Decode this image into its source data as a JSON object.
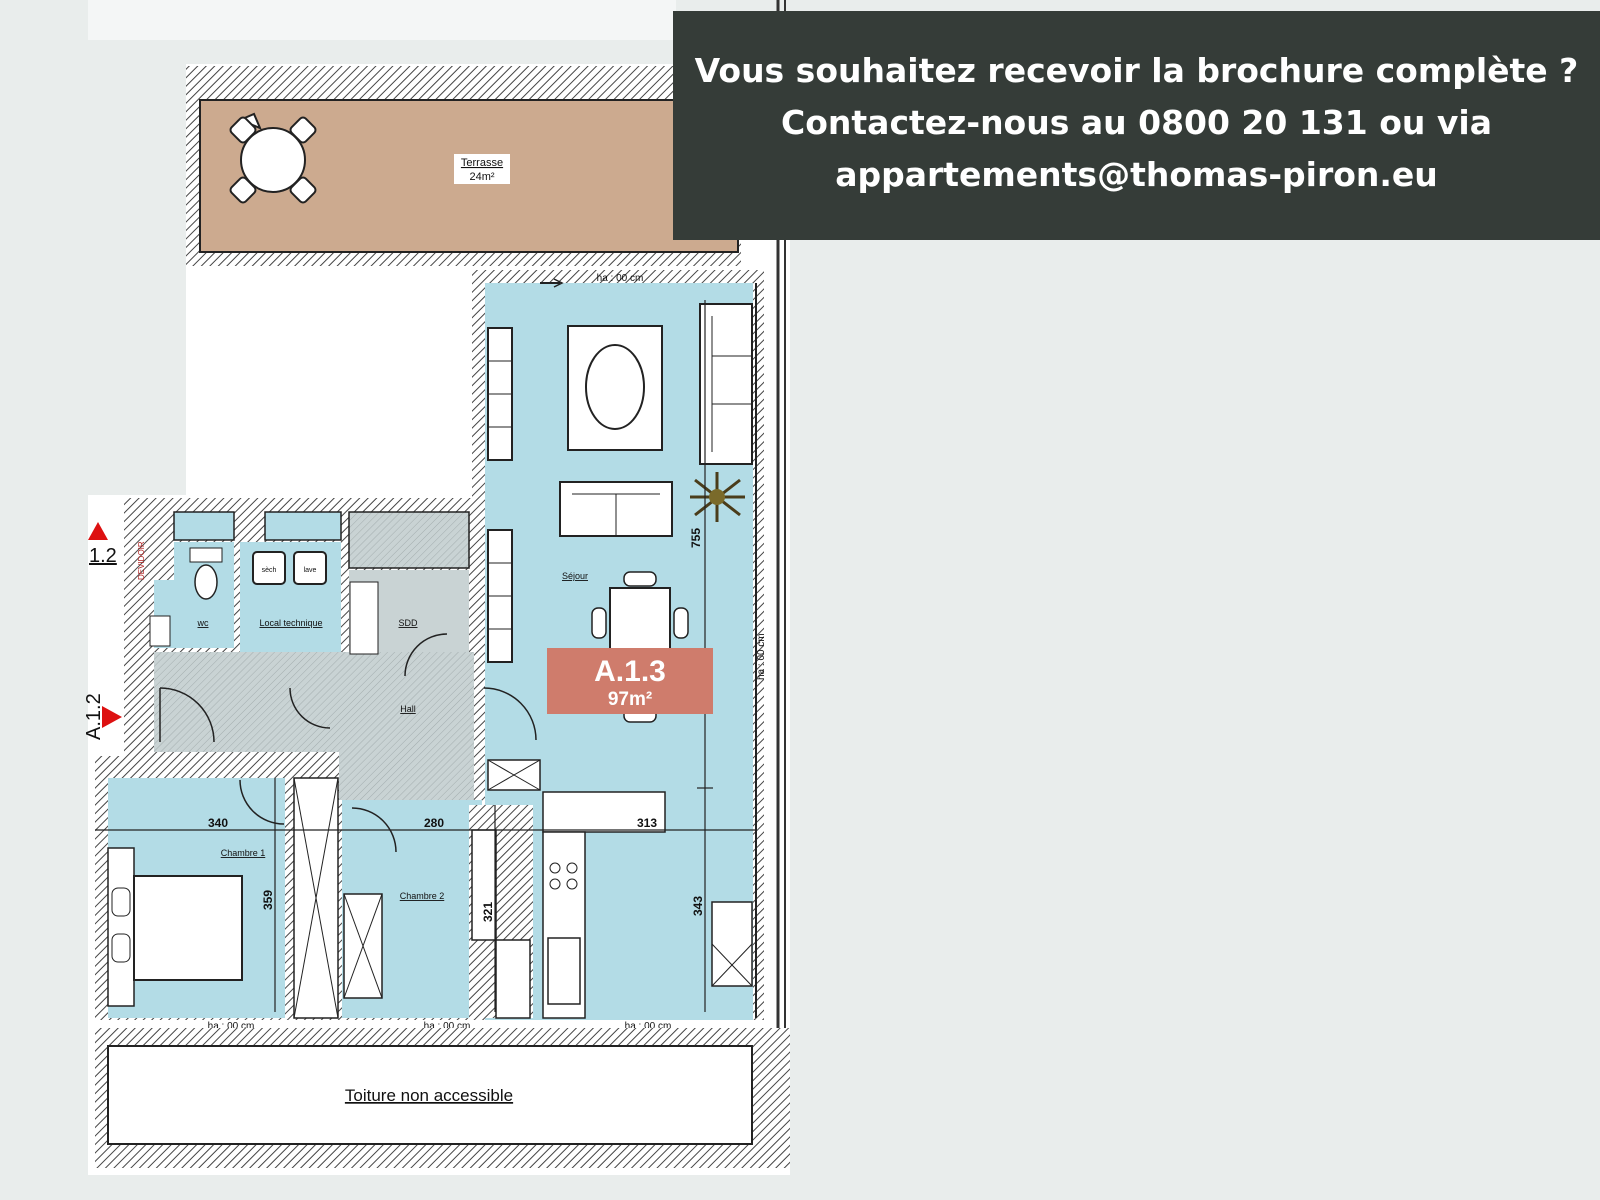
{
  "banner": {
    "line1": "Vous souhaitez recevoir la brochure complète ?",
    "line2": "Contactez-nous au 0800 20 131 ou via",
    "line3": "appartements@thomas-piron.eu"
  },
  "unit": {
    "code": "A.1.3",
    "area": "97m²"
  },
  "rooms": {
    "terrace": "Terrasse",
    "terrace_area": "24m²",
    "sejour": "Séjour",
    "wc": "wc",
    "local_technique": "Local technique",
    "sdd": "SDD",
    "hall": "Hall",
    "chambre1": "Chambre 1",
    "chambre2": "Chambre 2",
    "devidoir": "DEVIDOIR",
    "appliance1": "sèch",
    "appliance2": "lave",
    "roof": "Toiture non accessible"
  },
  "dimensions": {
    "d755": "755",
    "d340": "340",
    "d280": "280",
    "d313": "313",
    "d359": "359",
    "d321": "321",
    "d343": "343"
  },
  "window_notes": {
    "top": "ha : 00 cm",
    "right": "ha : 00 cm",
    "bottom1": "ha : 00 cm",
    "bottom2": "ha : 00 cm",
    "bottom3": "ha : 00 cm"
  },
  "neighbors": {
    "left_top": "1.2",
    "left_mid": "A.1.2"
  },
  "colors": {
    "terrace": "#ccaa8f",
    "living": "#b3dce6",
    "hall": "#c9d3d4",
    "badge": "#cf7c6c",
    "banner": "#353c38"
  }
}
